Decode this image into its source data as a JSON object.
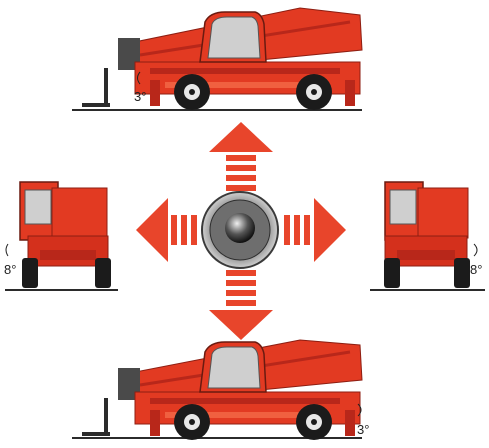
{
  "colors": {
    "machine_red": "#e23a22",
    "machine_dark_red": "#b8271a",
    "arrow_red": "#e8452b",
    "tire_black": "#1b1b1b",
    "ground_gray": "#2b2b2b",
    "joystick_gray": "#7a7a7a"
  },
  "labels": {
    "top_angle": "3°",
    "bottom_angle": "3°",
    "left_angle": "8°",
    "right_angle": "8°"
  },
  "icons": {
    "up": "arrow-up-icon",
    "down": "arrow-down-icon",
    "left": "arrow-left-icon",
    "right": "arrow-right-icon",
    "joystick": "joystick-icon"
  }
}
